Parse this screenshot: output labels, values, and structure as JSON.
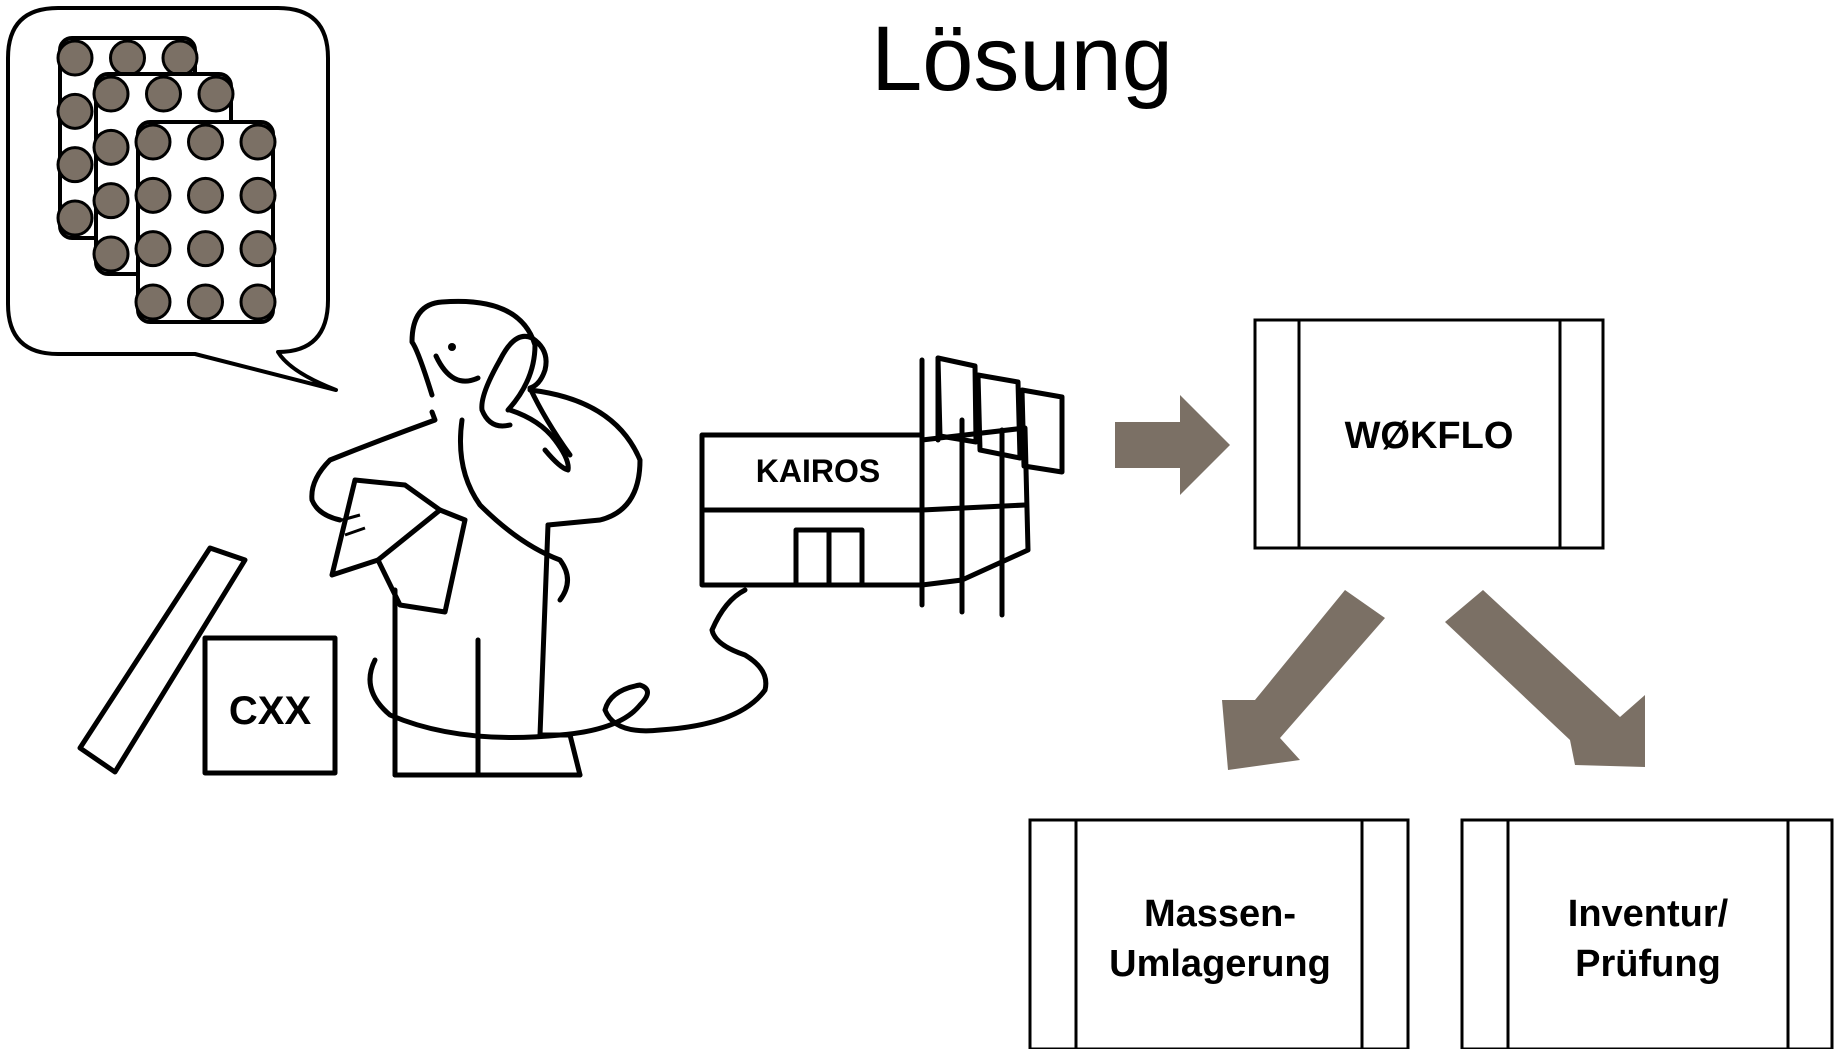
{
  "slide": {
    "title": "Lösung",
    "accent_color": "#7b7065"
  },
  "labels": {
    "box": "CXX",
    "store": "KAIROS",
    "system": "WØKFLO",
    "child_left_line1": "Massen-",
    "child_left_line2": "Umlagerung",
    "child_right_line1": "Inventur/",
    "child_right_line2": "Prüfung"
  },
  "icons": [
    "speech-bubble-icon",
    "blister-pack-icon",
    "person-on-phone-icon",
    "cardboard-box-icon",
    "store-building-icon",
    "arrow-right-icon",
    "arrow-down-left-icon",
    "arrow-down-right-icon"
  ]
}
